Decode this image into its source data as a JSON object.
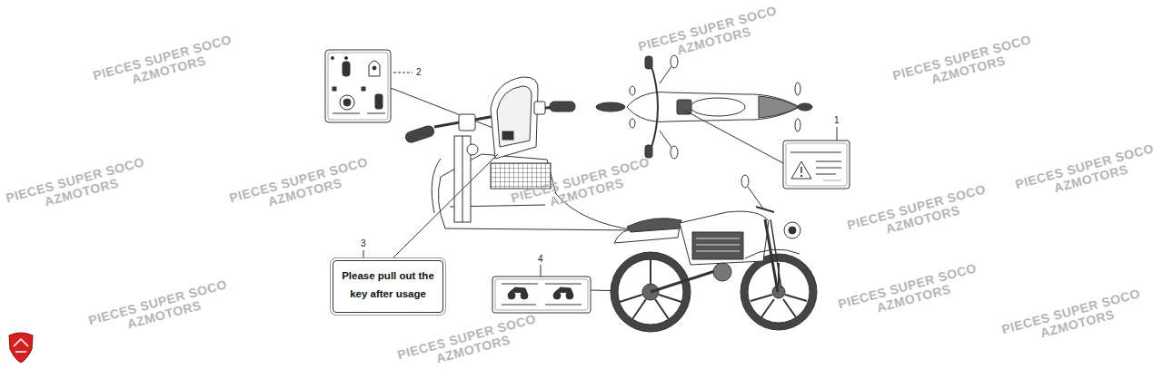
{
  "diagram": {
    "nodes": [
      {
        "text": [
          "Please pull out the key after usage"
        ]
      }
    ],
    "labels": [
      "2",
      "1",
      "3",
      "4",
      "PIECES SUPER SOCO",
      "AZMOTORS",
      "PIECES SUPER SOCO",
      "AZMOTORS",
      "PIECES SUPER SOCO",
      "AZMOTORS",
      "PIECES SUPER SOCO",
      "AZMOTORS",
      "PIECES SUPER SOCO",
      "AZMOTORS",
      "PIECES SUPER SOCO",
      "AZMOTORS",
      "PIECES SUPER SOCO",
      "AZMOTORS",
      "PIECES SUPER SOCO",
      "AZMOTORS",
      "PIECES SUPER SOCO",
      "AZMOTORS",
      "PIECES SUPER SOCO",
      "AZMOTORS",
      "PIECES SUPER SOCO",
      "AZMOTORS",
      "PIECES SUPER SOCO",
      "AZMOTORS"
    ]
  }
}
